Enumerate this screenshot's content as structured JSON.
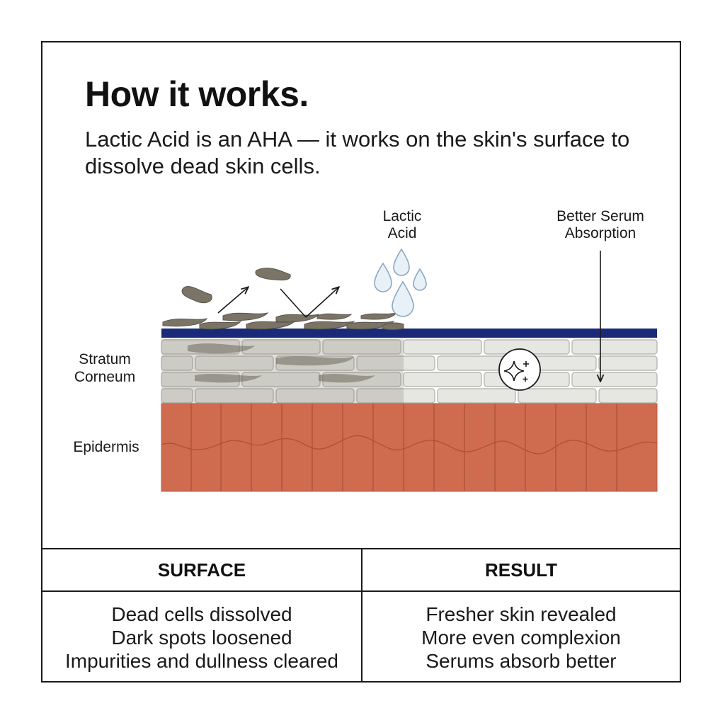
{
  "header": {
    "title": "How it works.",
    "subtitle": "Lactic Acid is an AHA — it works on the skin's surface to dissolve dead skin cells."
  },
  "diagram": {
    "labels": {
      "lactic_acid_line1": "Lactic",
      "lactic_acid_line2": "Acid",
      "serum_line1": "Better Serum",
      "serum_line2": "Absorption",
      "stratum_line1": "Stratum",
      "stratum_line2": "Corneum",
      "epidermis": "Epidermis"
    },
    "colors": {
      "surface_line": "#1b2a78",
      "epidermis": "#cf6b4f",
      "cells": "#e6e6e2",
      "dead_cells": "#7a7466",
      "droplets": "#9fb8cf"
    },
    "icons": [
      "dead-cell-flake-icon",
      "arrow-up-right-icon",
      "droplet-icon",
      "sparkle-icon",
      "arrow-down-icon"
    ]
  },
  "table": {
    "headers": [
      "SURFACE",
      "RESULT"
    ],
    "surface_items": [
      "Dead cells dissolved",
      "Dark spots loosened",
      "Impurities and dullness cleared"
    ],
    "result_items": [
      "Fresher skin revealed",
      "More even complexion",
      "Serums absorb better"
    ]
  }
}
